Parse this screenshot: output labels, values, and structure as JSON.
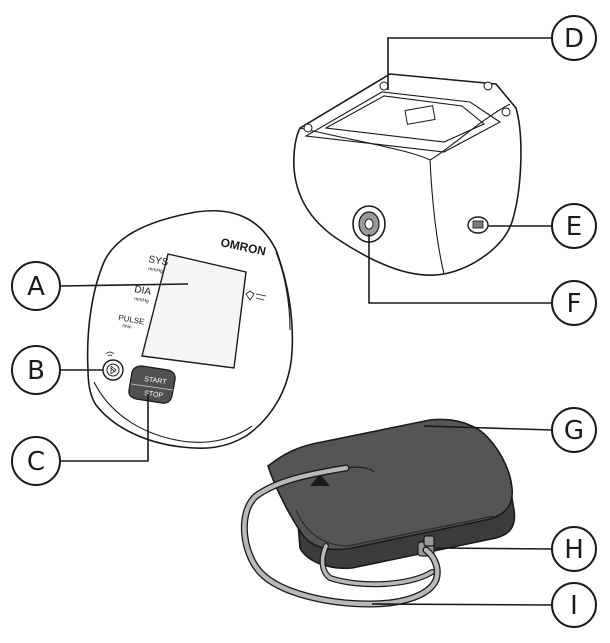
{
  "device": {
    "brand": "OMRON",
    "sys_label": "SYS",
    "sys_unit": "mmHg",
    "dia_label": "DIA",
    "dia_unit": "mmHg",
    "pulse_label": "PULSE",
    "pulse_unit": "/min",
    "start_label": "START",
    "stop_label": "STOP"
  },
  "callouts": [
    {
      "letter": "A"
    },
    {
      "letter": "B"
    },
    {
      "letter": "C"
    },
    {
      "letter": "D"
    },
    {
      "letter": "E"
    },
    {
      "letter": "F"
    },
    {
      "letter": "G"
    },
    {
      "letter": "H"
    },
    {
      "letter": "I"
    }
  ],
  "colors": {
    "line": "#1a1a1a",
    "cuff": "#555555",
    "cuff_dark": "#3c3c3c",
    "tube": "#b8b8b8",
    "screen": "#f5f5f5",
    "button": "#505050"
  }
}
